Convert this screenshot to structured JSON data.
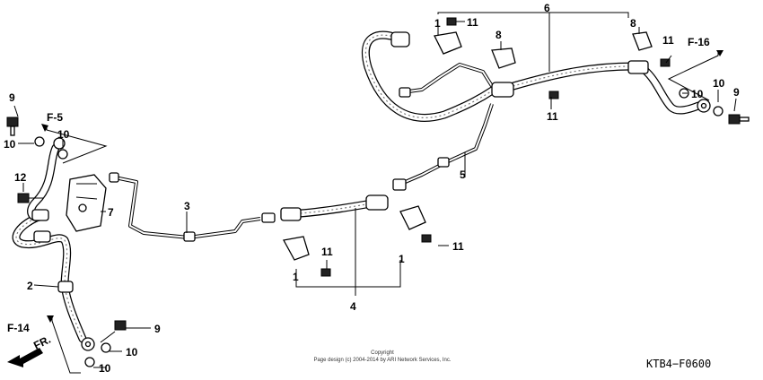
{
  "callouts": [
    "1",
    "2",
    "3",
    "4",
    "5",
    "6",
    "7",
    "8",
    "9",
    "10",
    "11",
    "12"
  ],
  "references": {
    "f5": "F-5",
    "f14": "F-14",
    "f16": "F-16",
    "front": "FR."
  },
  "footer": {
    "copyright_line1": "Copyright",
    "copyright_line2": "Page design (c) 2004-2014 by ARI Network Services, Inc.",
    "diagram_code": "KTB4−F0600"
  }
}
